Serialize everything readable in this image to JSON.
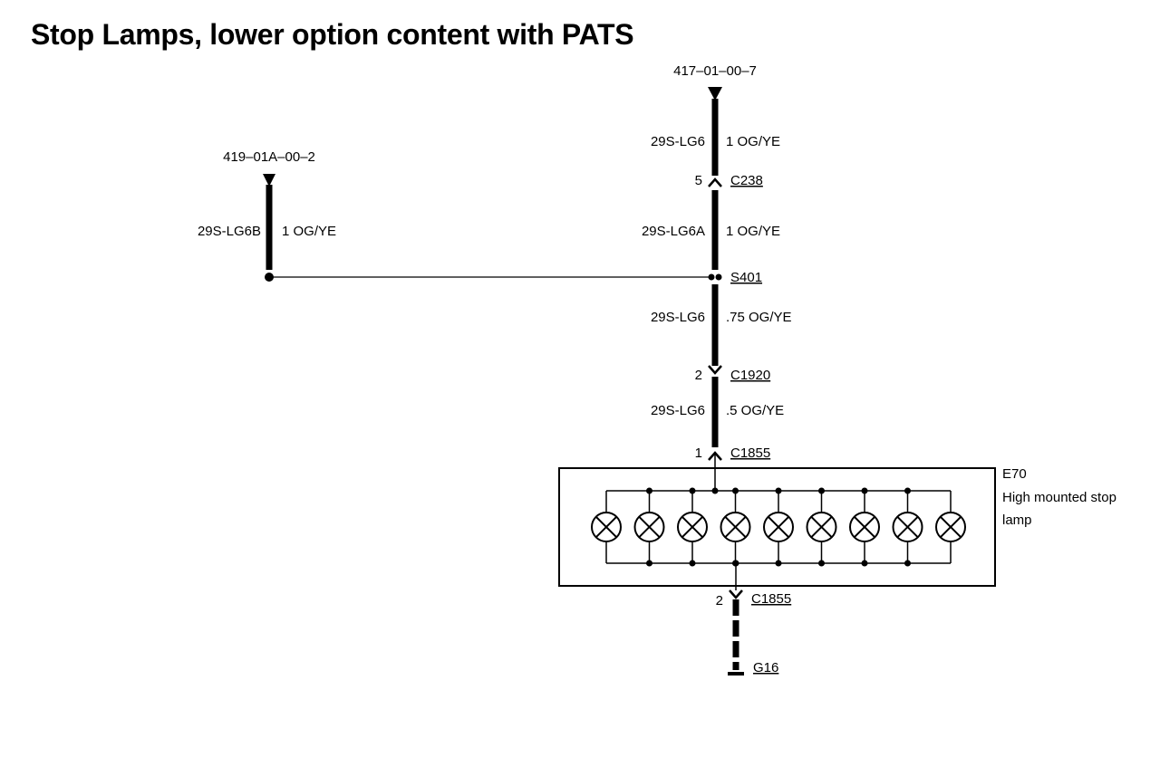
{
  "title": "Stop Lamps, lower option content with PATS",
  "refs": {
    "left": "419–01A–00–2",
    "top": "417–01–00–7"
  },
  "wires": {
    "left": {
      "circuit": "29S-LG6B",
      "spec": "1 OG/YE"
    },
    "seg1": {
      "circuit": "29S-LG6",
      "spec": "1 OG/YE"
    },
    "seg2": {
      "circuit": "29S-LG6A",
      "spec": "1 OG/YE"
    },
    "seg3": {
      "circuit": "29S-LG6",
      "spec": ".75 OG/YE"
    },
    "seg4": {
      "circuit": "29S-LG6",
      "spec": ".5 OG/YE"
    }
  },
  "connectors": {
    "c238": {
      "pin": "5",
      "name": "C238"
    },
    "c1920": {
      "pin": "2",
      "name": "C1920"
    },
    "c1855_in": {
      "pin": "1",
      "name": "C1855"
    },
    "c1855_out": {
      "pin": "2",
      "name": "C1855"
    }
  },
  "splice": {
    "name": "S401"
  },
  "ground": {
    "name": "G16"
  },
  "component": {
    "id": "E70",
    "name_line1": "High mounted stop",
    "name_line2": "lamp",
    "bulb_count": 9
  }
}
